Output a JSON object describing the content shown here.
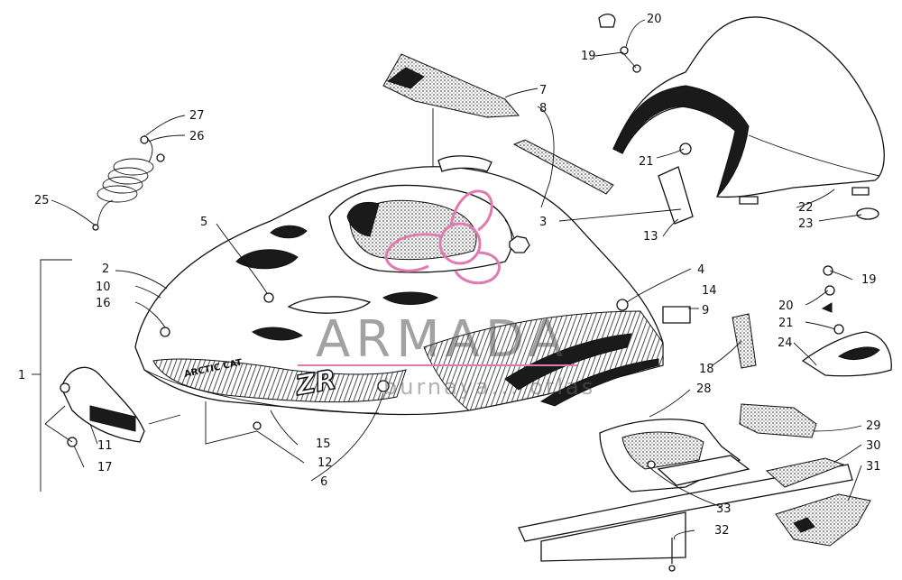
{
  "diagram": {
    "callouts": [
      {
        "id": "c1",
        "label": "1"
      },
      {
        "id": "c2",
        "label": "2"
      },
      {
        "id": "c3",
        "label": "3"
      },
      {
        "id": "c4",
        "label": "4"
      },
      {
        "id": "c5",
        "label": "5"
      },
      {
        "id": "c6",
        "label": "6"
      },
      {
        "id": "c7",
        "label": "7"
      },
      {
        "id": "c8",
        "label": "8"
      },
      {
        "id": "c9",
        "label": "9"
      },
      {
        "id": "c10",
        "label": "10"
      },
      {
        "id": "c11",
        "label": "11"
      },
      {
        "id": "c12",
        "label": "12"
      },
      {
        "id": "c13",
        "label": "13"
      },
      {
        "id": "c14",
        "label": "14"
      },
      {
        "id": "c15",
        "label": "15"
      },
      {
        "id": "c16",
        "label": "16"
      },
      {
        "id": "c17",
        "label": "17"
      },
      {
        "id": "c18",
        "label": "18"
      },
      {
        "id": "c19a",
        "label": "19"
      },
      {
        "id": "c19b",
        "label": "19"
      },
      {
        "id": "c20a",
        "label": "20"
      },
      {
        "id": "c20b",
        "label": "20"
      },
      {
        "id": "c21a",
        "label": "21"
      },
      {
        "id": "c21b",
        "label": "21"
      },
      {
        "id": "c22",
        "label": "22"
      },
      {
        "id": "c23",
        "label": "23"
      },
      {
        "id": "c24",
        "label": "24"
      },
      {
        "id": "c25",
        "label": "25"
      },
      {
        "id": "c26",
        "label": "26"
      },
      {
        "id": "c27",
        "label": "27"
      },
      {
        "id": "c28",
        "label": "28"
      },
      {
        "id": "c29",
        "label": "29"
      },
      {
        "id": "c30",
        "label": "30"
      },
      {
        "id": "c31",
        "label": "31"
      },
      {
        "id": "c32",
        "label": "32"
      },
      {
        "id": "c33",
        "label": "33"
      }
    ],
    "decal_text": "ARCTIC CAT",
    "decal_model": "ZR",
    "watermark": {
      "main": "ARMADA",
      "sub": "burnaya... otlas"
    }
  },
  "colors": {
    "line": "#111111",
    "watermark_pink": "#e07ab0",
    "watermark_gray": "#666666"
  }
}
